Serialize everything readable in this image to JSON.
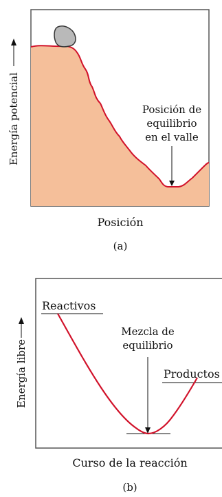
{
  "panel_a": {
    "y_label": "Energía potencial",
    "x_label": "Posición",
    "annotation_lines": [
      "Posición de",
      "equilibrio",
      "en el valle"
    ],
    "caption": "(a)"
  },
  "panel_b": {
    "y_label": "Energía libre",
    "x_label": "Curso de la reacción",
    "reactants_label": "Reactivos",
    "products_label": "Productos",
    "annotation_lines": [
      "Mezcla de",
      "equilibrio"
    ],
    "caption": "(b)"
  },
  "colors": {
    "fill": "#f5bf9a",
    "curve": "#d1122a",
    "ball": "#b9b9b9",
    "frame": "#555555"
  }
}
